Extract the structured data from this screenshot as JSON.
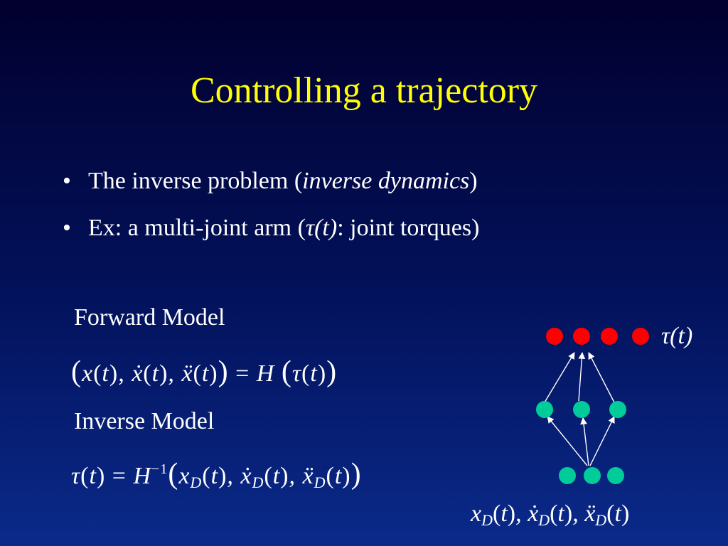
{
  "slide": {
    "title": "Controlling a trajectory",
    "bullets": [
      {
        "prefix": "The inverse problem (",
        "emphasis": "inverse dynamics",
        "suffix": ")"
      },
      {
        "prefix": "Ex: a multi-joint arm (",
        "emphasis": "τ(t)",
        "suffix": ": joint torques)"
      }
    ],
    "forward_label": "Forward Model",
    "inverse_label": "Inverse Model"
  },
  "diagram": {
    "output_label": "τ(t)",
    "input_label": "x_D(t), ẋ_D(t), ẍ_D(t)",
    "colors": {
      "output_node": "#ff0000",
      "hidden_node": "#00cc99",
      "input_node": "#00cc99",
      "arrow": "#ffffff"
    }
  }
}
